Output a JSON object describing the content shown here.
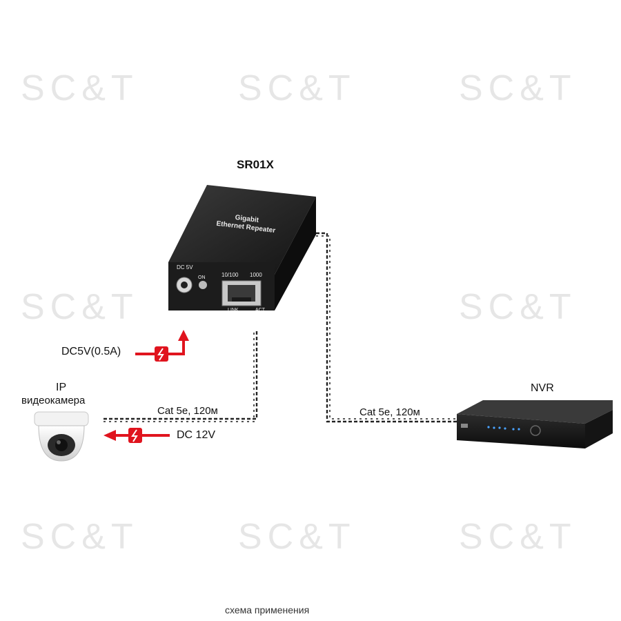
{
  "watermark": "SC&T",
  "device": {
    "title": "SR01X",
    "top_text_line1": "Gigabit",
    "top_text_line2": "Ethernet Repeater",
    "power_label": "DC 5V",
    "on_label": "ON",
    "port_speed_1": "10/100",
    "port_speed_2": "1000",
    "link_label": "LINK",
    "act_label": "ACT"
  },
  "power_in": {
    "label": "DC5V(0.5A)"
  },
  "camera": {
    "label_line1": "IP",
    "label_line2": "видеокамера"
  },
  "cable_left": {
    "label": "Cat 5e, 120м"
  },
  "power_out": {
    "label": "DC 12V"
  },
  "cable_right": {
    "label": "Cat 5e, 120м"
  },
  "nvr": {
    "label": "NVR"
  },
  "caption": "схема применения",
  "colors": {
    "power_arrow": "#e0141e",
    "device_body": "#1c1c1c",
    "watermark": "#e6e6e6"
  }
}
